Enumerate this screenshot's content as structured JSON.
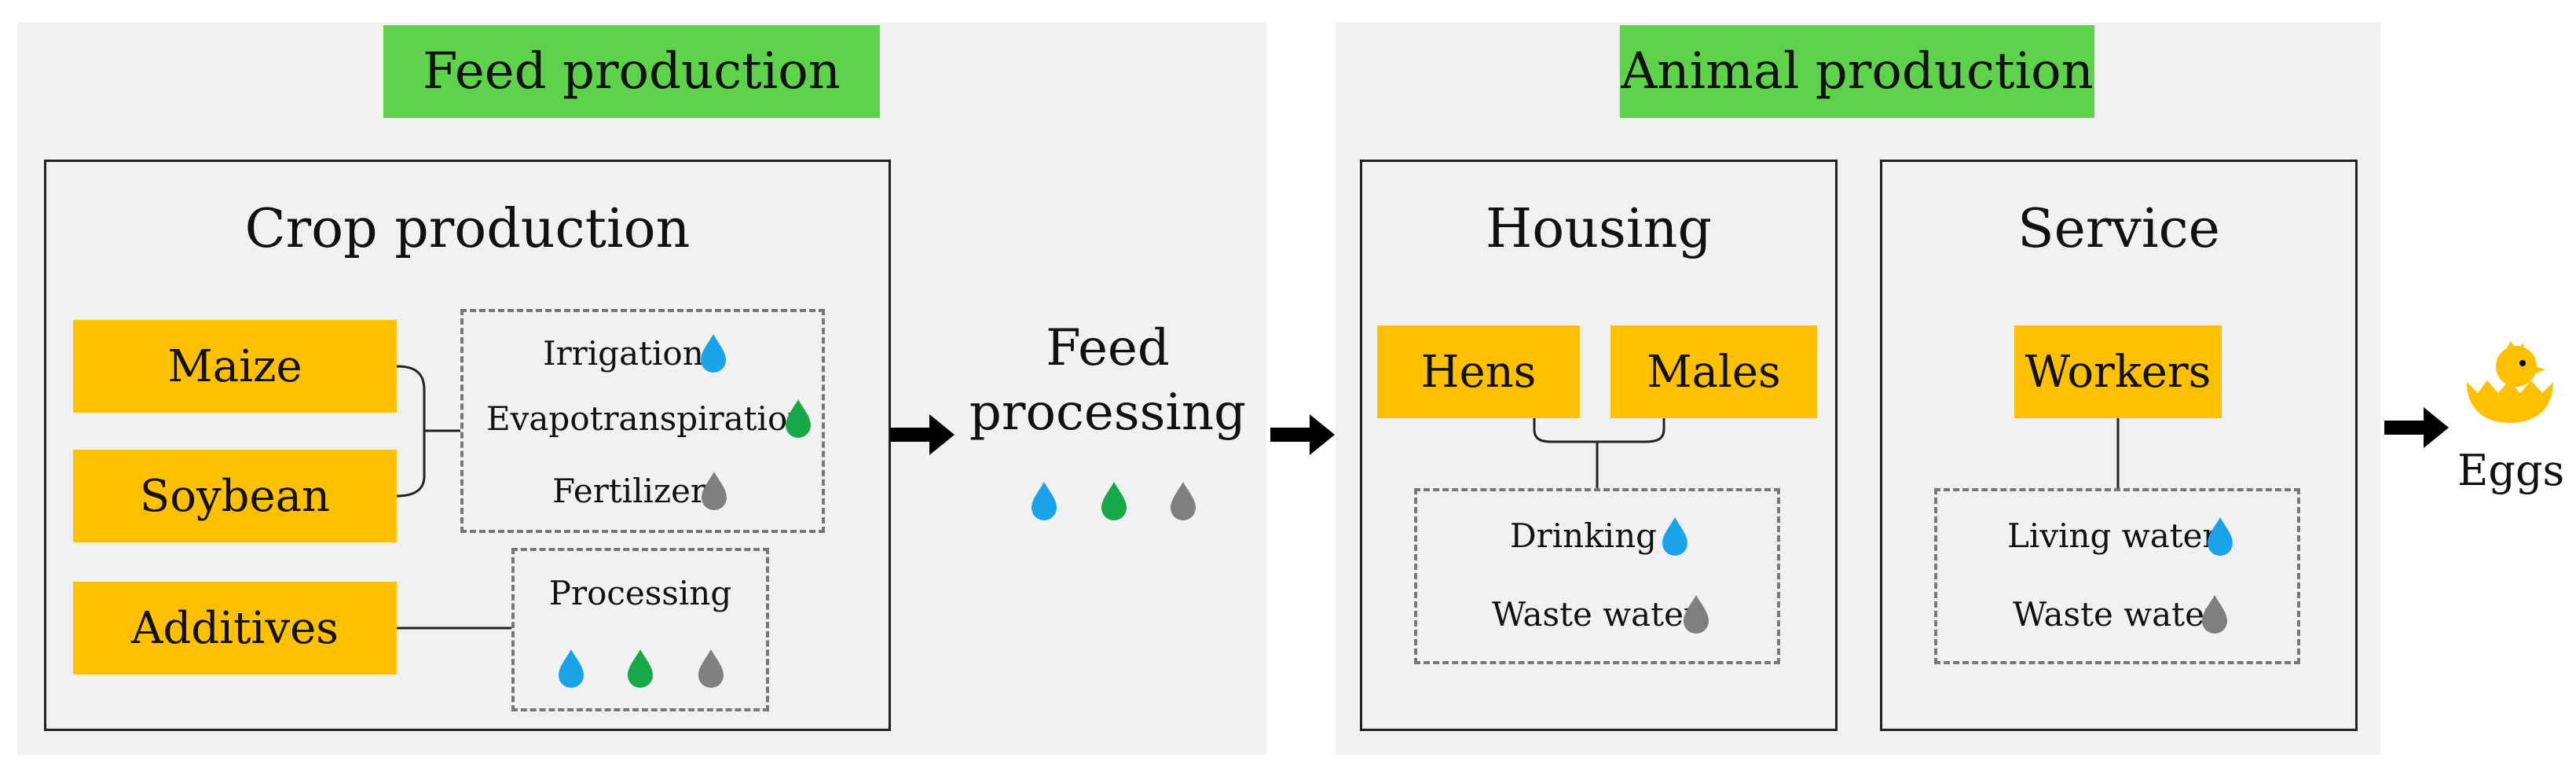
{
  "feed_section": {
    "header": "Feed production",
    "crop_title": "Crop production",
    "crops": [
      "Maize",
      "Soybean",
      "Additives"
    ],
    "crop_inputs": [
      "Irrigation",
      "Evapotranspiration",
      "Fertilizer"
    ],
    "processing_label": "Processing"
  },
  "feed_processing": {
    "line1": "Feed",
    "line2": "processing"
  },
  "animal_section": {
    "header": "Animal production",
    "housing_title": "Housing",
    "housing_animals": [
      "Hens",
      "Males"
    ],
    "housing_water": [
      "Drinking",
      "Waste water"
    ],
    "service_title": "Service",
    "service_actor": "Workers",
    "service_water": [
      "Living water",
      "Waste water"
    ]
  },
  "output": {
    "label": "Eggs"
  },
  "colors": {
    "blue_water": "#1aa3e8",
    "green_water": "#17a84a",
    "grey_water": "#7f7f7f",
    "header_green": "#5fd24b",
    "box_yellow": "#ffc000",
    "panel_grey": "#f1f1f1"
  }
}
